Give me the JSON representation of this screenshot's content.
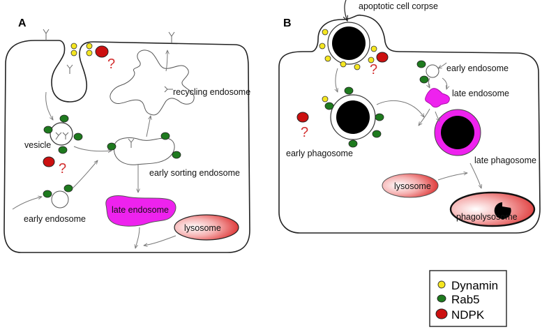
{
  "panels": {
    "a": "A",
    "b": "B"
  },
  "labels": {
    "recycling_endosome": "recycling endosome",
    "vesicle": "vesicle",
    "early_sorting_endosome": "early sorting endosome",
    "early_endosome_a": "early endosome",
    "late_endosome_a": "late endosome",
    "lysosome_a": "lysosome",
    "apoptotic_cell_corpse": "apoptotic cell corpse",
    "early_endosome_b": "early endosome",
    "late_endosome_b": "late endosome",
    "early_phagosome": "early phagosome",
    "late_phagosome": "late phagosome",
    "lysosome_b": "lysosome",
    "phagolysosome": "phagolysosome"
  },
  "question_mark": "?",
  "legend": {
    "items": [
      {
        "label": "Dynamin",
        "color": "#f5e620"
      },
      {
        "label": "Rab5",
        "color": "#1e7a1e"
      },
      {
        "label": "NDPK",
        "color": "#cc1010"
      }
    ]
  },
  "colors": {
    "dynamin": "#f5e620",
    "rab5": "#1e7a1e",
    "ndpk": "#cc1010",
    "late_endosome": "#ee22ee",
    "question": "#d32f2f"
  }
}
